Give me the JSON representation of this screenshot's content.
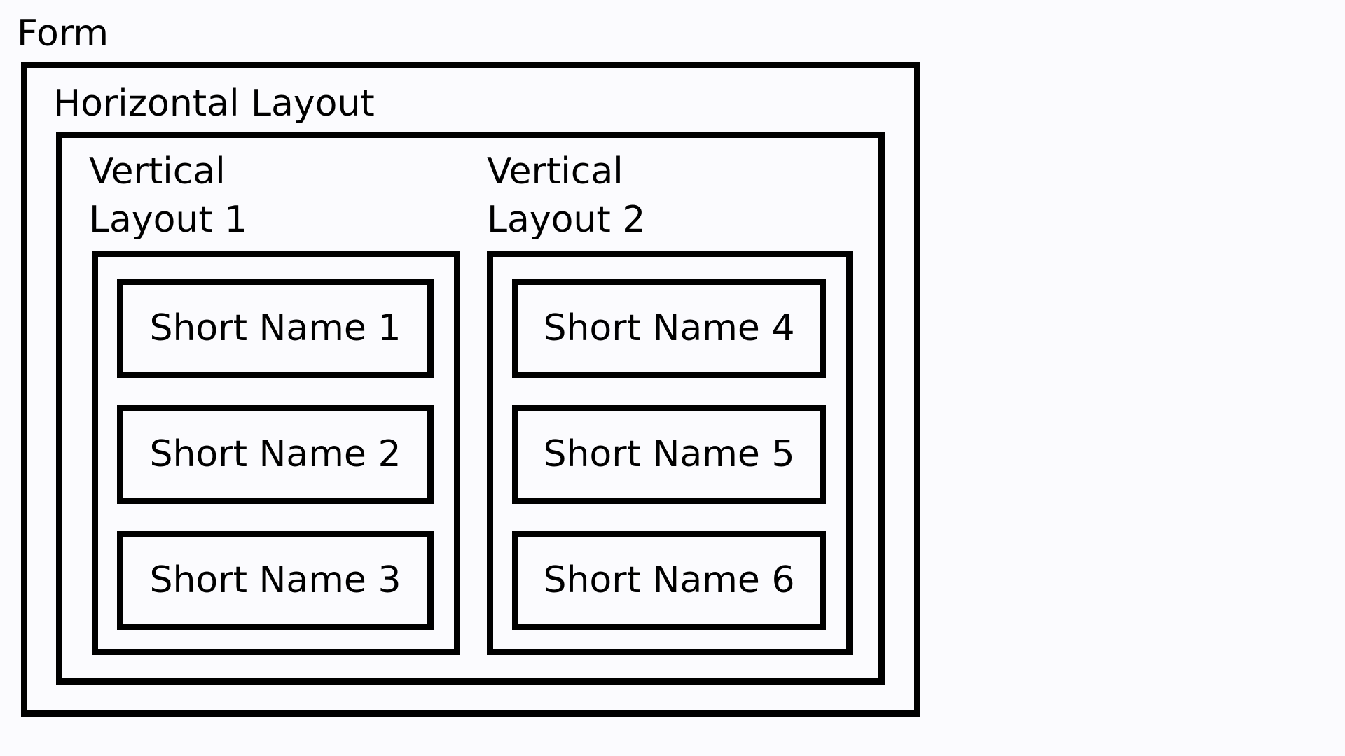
{
  "form": {
    "title": "Form",
    "horizontal_layout": {
      "title": "Horizontal Layout",
      "vertical_layouts": [
        {
          "title": "Vertical\nLayout 1",
          "items": [
            "Short Name 1",
            "Short Name 2",
            "Short Name 3"
          ]
        },
        {
          "title": "Vertical\nLayout 2",
          "items": [
            "Short Name 4",
            "Short Name 5",
            "Short Name 6"
          ]
        }
      ]
    }
  },
  "colors": {
    "background": "#fbfbfe",
    "stroke": "#000000",
    "text": "#000000"
  }
}
